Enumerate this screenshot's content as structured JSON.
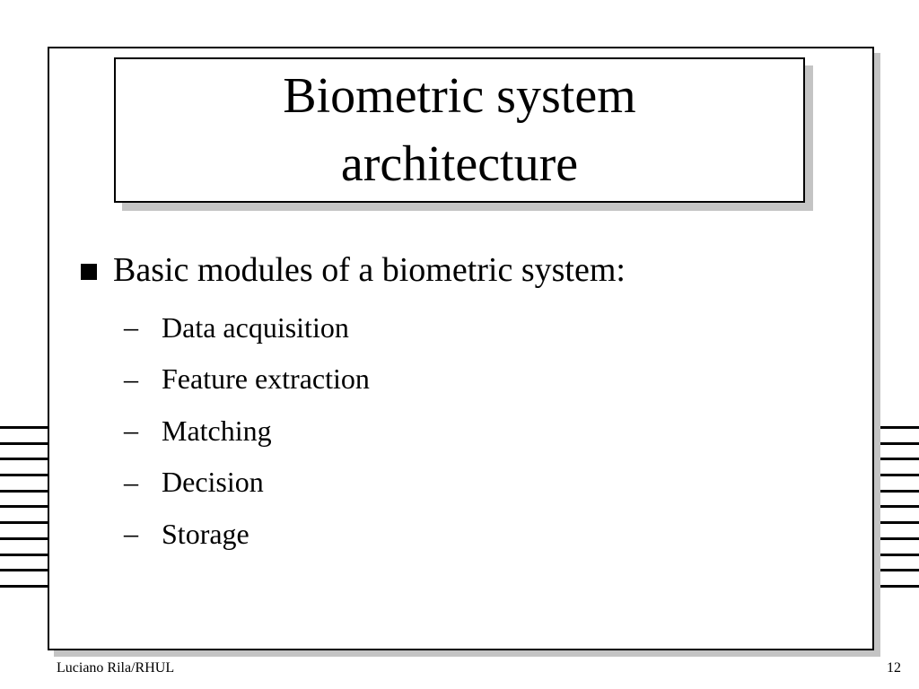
{
  "slide": {
    "title": "Biometric system\narchitecture",
    "bullet": "Basic modules of a biometric system:",
    "sub_dash": "–",
    "sub_items": [
      "Data acquisition",
      "Feature extraction",
      "Matching",
      "Decision",
      "Storage"
    ]
  },
  "footer": {
    "author": "Luciano Rila/RHUL",
    "page_number": "12"
  }
}
